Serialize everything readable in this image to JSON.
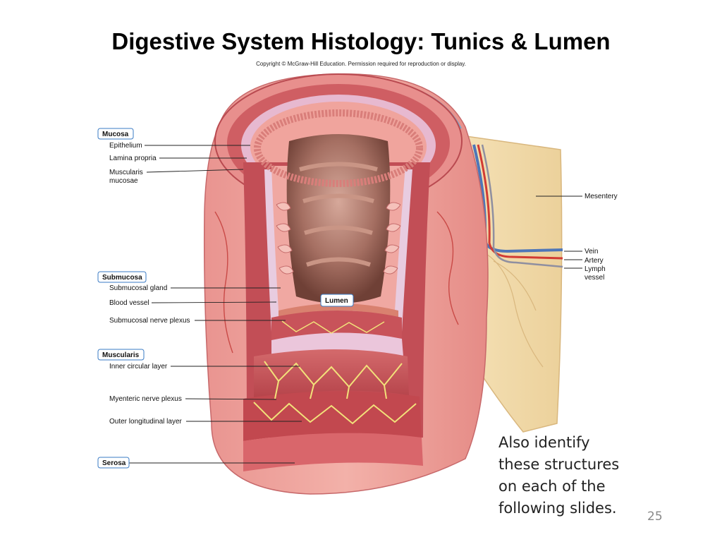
{
  "slide": {
    "title": "Digestive System Histology: Tunics & Lumen",
    "copyright": "Copyright © McGraw-Hill Education. Permission required for reproduction or display.",
    "note_lines": [
      "Also identify",
      "these structures",
      "on each of the",
      "following slides."
    ],
    "page_number": "25"
  },
  "diagram": {
    "categories": {
      "mucosa": "Mucosa",
      "submucosa": "Submucosa",
      "muscularis": "Muscularis",
      "serosa": "Serosa"
    },
    "labels": {
      "epithelium": "Epithelium",
      "lamina_propria": "Lamina propria",
      "muscularis_mucosae_1": "Muscularis",
      "muscularis_mucosae_2": "mucosae",
      "submucosal_gland": "Submucosal gland",
      "blood_vessel": "Blood vessel",
      "submucosal_nerve_plexus": "Submucosal nerve plexus",
      "inner_circular_layer": "Inner circular layer",
      "myenteric_nerve_plexus": "Myenteric nerve plexus",
      "outer_longitudinal_layer": "Outer longitudinal layer",
      "lumen": "Lumen",
      "mesentery": "Mesentery",
      "vein": "Vein",
      "artery": "Artery",
      "lymph_vessel_1": "Lymph",
      "lymph_vessel_2": "vessel"
    },
    "colors": {
      "mucosa_pink": "#e9a3a0",
      "muscle_red": "#c9545a",
      "submucosa_lavender": "#e8cce0",
      "lumen_brown": "#8e5a4e",
      "mesentery_tan": "#f0d9a8",
      "nerve_yellow": "#f2e27a",
      "vein_blue": "#4e76b8",
      "artery_red": "#d23b33"
    }
  }
}
